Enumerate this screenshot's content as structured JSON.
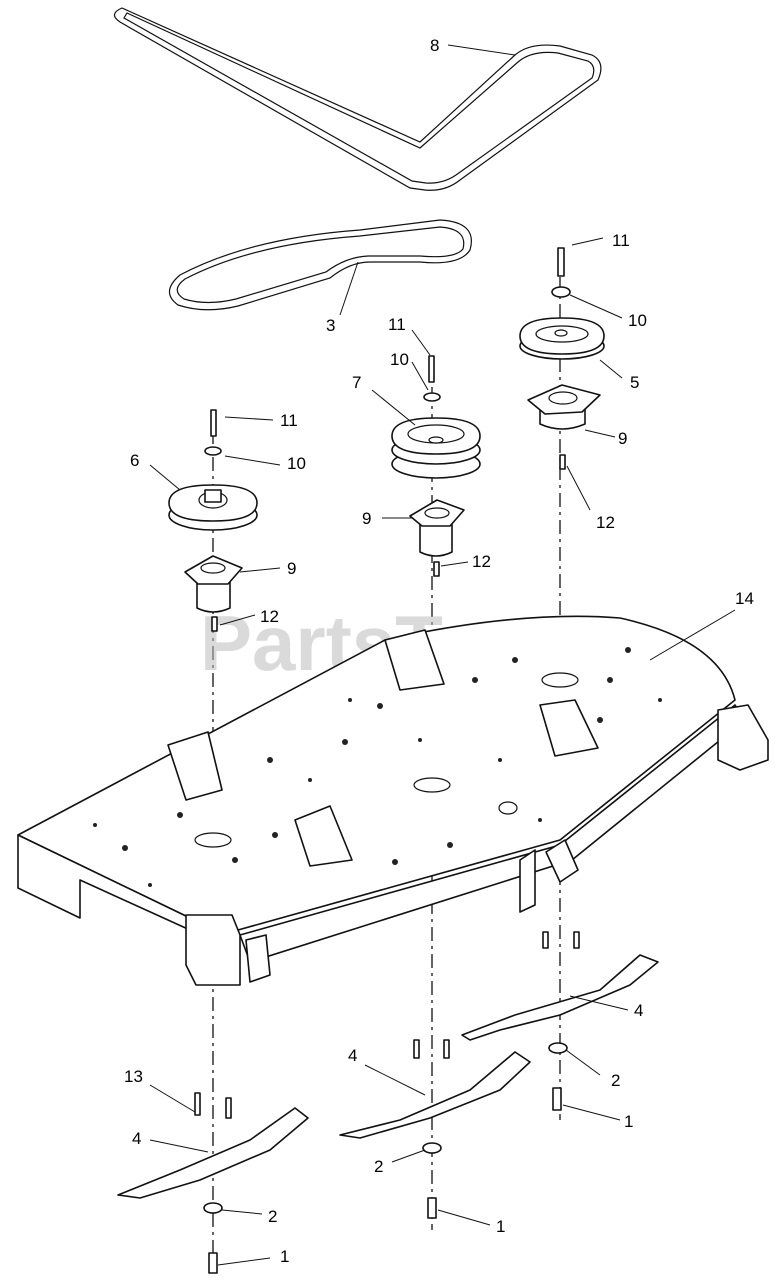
{
  "watermark": "PartsTree",
  "callouts": {
    "belt_main": "8",
    "belt_small": "3",
    "bolt_right": "11",
    "washer_right": "10",
    "pulley_right": "5",
    "spindle_right": "9",
    "key_right": "12",
    "bolt_center": "11",
    "washer_center": "10",
    "pulley_center": "7",
    "spindle_center": "9",
    "key_center": "12",
    "bolt_left": "11",
    "washer_left": "10",
    "pulley_left": "6",
    "spindle_left": "9",
    "key_left": "12",
    "deck": "14",
    "blade_right": "4",
    "washer_blade_right": "2",
    "bolt_blade_right": "1",
    "blade_center": "4",
    "washer_blade_center": "2",
    "bolt_blade_center": "1",
    "screws_left": "13",
    "blade_left": "4",
    "washer_blade_left": "2",
    "bolt_blade_left": "1"
  }
}
